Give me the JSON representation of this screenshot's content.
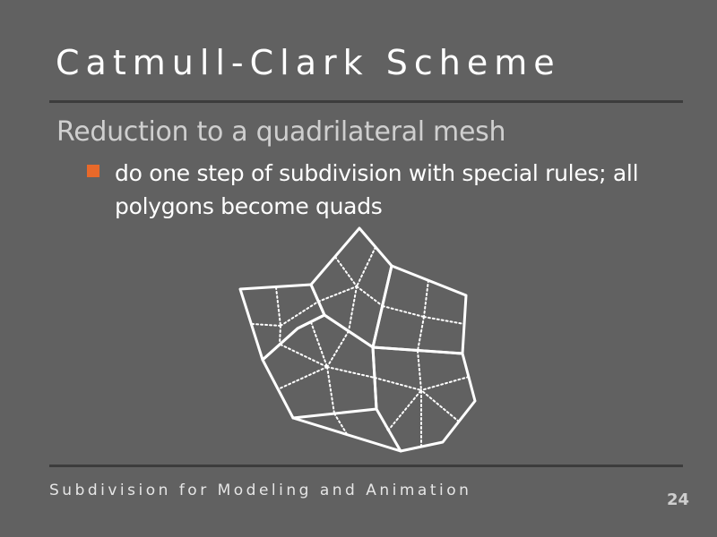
{
  "slide": {
    "title": "Catmull-Clark Scheme",
    "subtitle": "Reduction to a quadrilateral mesh",
    "bullets": [
      "do one step of subdivision with special rules; all polygons become quads"
    ],
    "footer": "Subdivision for Modeling and Animation",
    "page_number": "24"
  },
  "colors": {
    "background": "#616161",
    "text": "#ffffff",
    "subtitle_text": "#cfcfcf",
    "bullet_marker": "#e8692a",
    "divider": "#3c3c3c",
    "mesh_lines": "#ffffff"
  }
}
